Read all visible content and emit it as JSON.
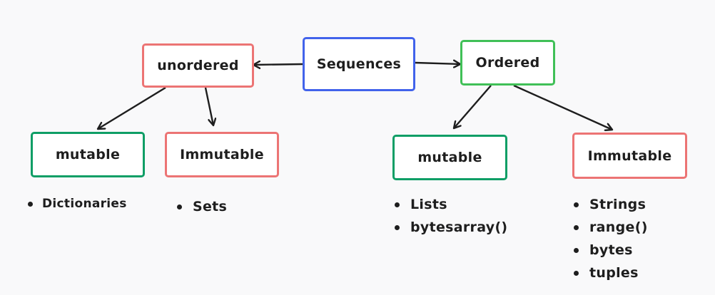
{
  "colors": {
    "center": "#4263eb",
    "ordered": "#40c057",
    "unordered": "#ec7474",
    "mutable": "#0f9e66",
    "immutable": "#ec7474",
    "text": "#1e1e1e",
    "background": "#f9f9fa"
  },
  "nodes": {
    "sequences": "Sequences",
    "unordered": "unordered",
    "ordered": "Ordered",
    "unordered_mutable": "mutable",
    "unordered_immutable": "Immutable",
    "ordered_mutable": "mutable",
    "ordered_immutable": "Immutable"
  },
  "lists": {
    "unordered_mutable": [
      "Dictionaries"
    ],
    "unordered_immutable": [
      "Sets"
    ],
    "ordered_mutable": [
      "Lists",
      "bytesarray()"
    ],
    "ordered_immutable": [
      "Strings",
      "range()",
      "bytes",
      "tuples"
    ]
  }
}
